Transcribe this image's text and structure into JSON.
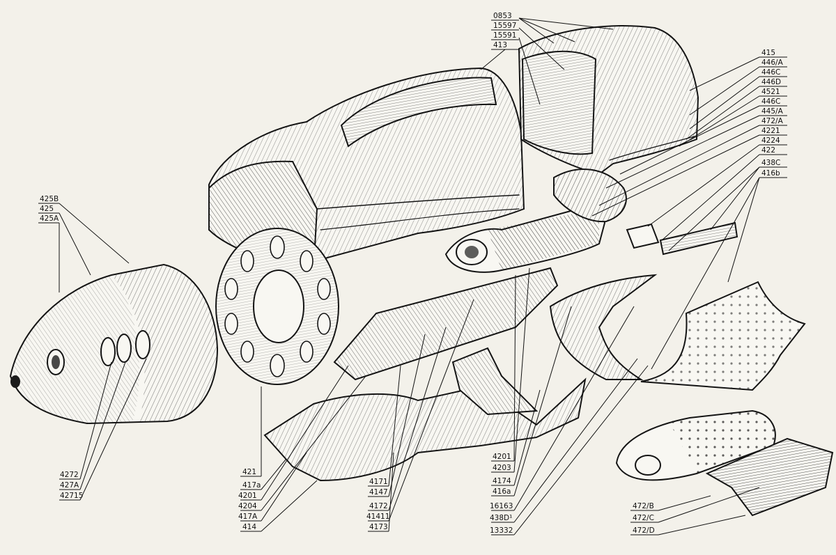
{
  "labels": {
    "c0853": "0853",
    "c15597": "15597",
    "c15591": "15591",
    "c413": "413",
    "c415": "415",
    "c446A": "446/A",
    "c446C": "446C",
    "c446D": "446D",
    "c4521": "4521",
    "c446C_2": "446C",
    "c445A": "445/A",
    "c472A": "472/A",
    "c4221": "4221",
    "c4224": "4224",
    "c422": "422",
    "c438C": "438C",
    "c416b": "416b",
    "c425B": "425B",
    "c425": "425",
    "c425A": "425A",
    "c4272": "4272",
    "c427A": "427A",
    "c42715": "42715",
    "c421": "421",
    "c417a": "417a",
    "c4201": "4201",
    "c4204": "4204",
    "c417A": "417A",
    "c414": "414",
    "c4171": "4171",
    "c4147": "4147",
    "c4172": "4172",
    "c41411": "41411",
    "c4173": "4173",
    "c4201_2": "4201",
    "c4203": "4203",
    "c4174": "4174",
    "c416a": "416a",
    "c16163": "16163",
    "c438D": "438D¹",
    "c13332": "13332",
    "c472B": "472/B",
    "c472C": "472/C",
    "c472D": "472/D"
  },
  "colors": {
    "ink": "#141414",
    "paper": "#f3f1ea"
  }
}
